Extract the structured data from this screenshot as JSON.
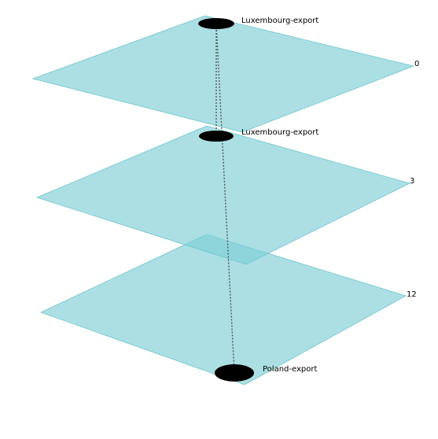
{
  "colors": {
    "plane_fill": "#7fcfd6",
    "plane_stroke": "#6cc6cf",
    "node": "#000000",
    "edge": "#555555"
  },
  "layers": [
    {
      "label": "0",
      "nodes": [
        {
          "label": "Luxembourg-export"
        }
      ]
    },
    {
      "label": "3",
      "nodes": [
        {
          "label": "Luxembourg-export"
        }
      ]
    },
    {
      "label": "12",
      "nodes": [
        {
          "label": "Poland-export"
        }
      ]
    }
  ],
  "edges": [
    {
      "from": [
        0,
        0
      ],
      "to": [
        1,
        0
      ]
    },
    {
      "from": [
        0,
        0
      ],
      "to": [
        2,
        0
      ]
    }
  ]
}
